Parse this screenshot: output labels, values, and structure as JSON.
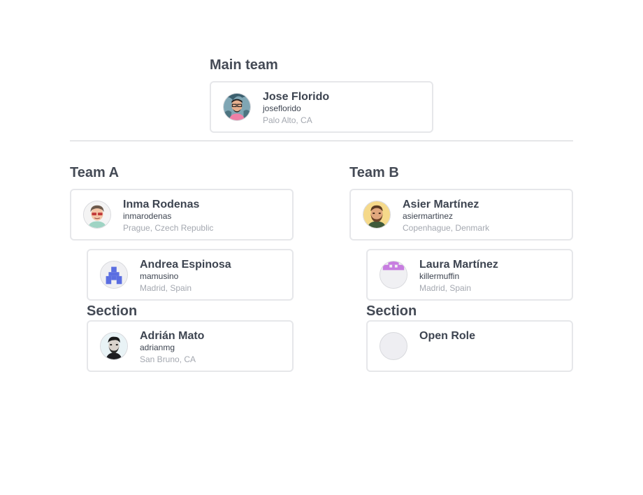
{
  "main_team": {
    "title": "Main team",
    "lead": {
      "name": "Jose Florido",
      "handle": "joseflorido",
      "location": "Palo Alto, CA",
      "avatar": "person-glasses-avatar"
    }
  },
  "team_a": {
    "title": "Team A",
    "lead": {
      "name": "Inma Rodenas",
      "handle": "inmarodenas",
      "location": "Prague, Czech Republic",
      "avatar": "person-sunglasses-avatar"
    },
    "member": {
      "name": "Andrea Espinosa",
      "handle": "mamusino",
      "location": "Madrid, Spain",
      "avatar": "blue-pixel-avatar"
    },
    "section": {
      "title": "Section",
      "member": {
        "name": "Adrián Mato",
        "handle": "adrianmg",
        "location": "San Bruno, CA",
        "avatar": "person-bw-avatar"
      }
    }
  },
  "team_b": {
    "title": "Team B",
    "lead": {
      "name": "Asier Martínez",
      "handle": "asiermartinez",
      "location": "Copenhague, Denmark",
      "avatar": "person-beard-avatar"
    },
    "member": {
      "name": "Laura Martínez",
      "handle": "killermuffin",
      "location": "Madrid, Spain",
      "avatar": "purple-pixel-avatar"
    },
    "section": {
      "title": "Section",
      "member": {
        "name": "Open Role",
        "avatar": "empty-avatar"
      }
    }
  },
  "colors": {
    "text": "#3d4450",
    "muted": "#a4a8b0",
    "border": "#e6e7ea",
    "blue_pixel": "#5b6ee1",
    "purple_pixel": "#c77de0"
  }
}
